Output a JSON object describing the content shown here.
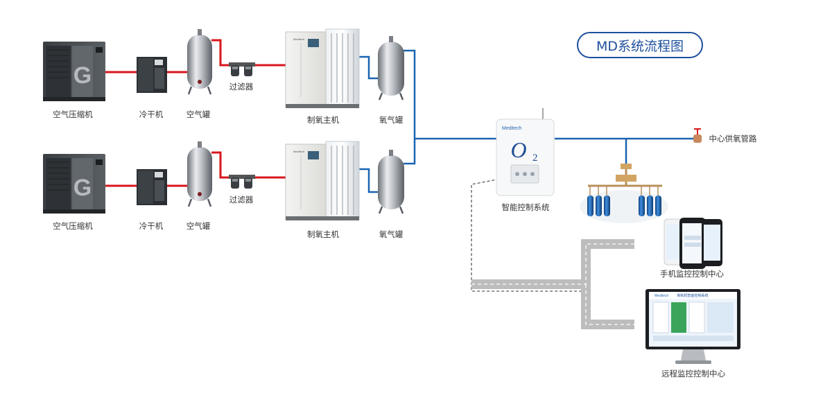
{
  "title": "MD系统流程图",
  "colors": {
    "compressed_air_line": "#d8161c",
    "oxygen_line": "#1a63b0",
    "signal_line": "#555555",
    "network_band": "#bdbdbd",
    "title": "#1c4f9c"
  },
  "trains": [
    {
      "compressor_label": "空气压缩机",
      "dryer_label": "冷干机",
      "air_tank_label": "空气罐",
      "filter_label": "过滤器",
      "generator_label": "制氧主机",
      "oxygen_tank_label": "氧气罐"
    },
    {
      "compressor_label": "空气压缩机",
      "dryer_label": "冷干机",
      "air_tank_label": "空气罐",
      "filter_label": "过滤器",
      "generator_label": "制氧主机",
      "oxygen_tank_label": "氧气罐"
    }
  ],
  "control_system": {
    "label": "智能控制系统",
    "brand": "Meditech",
    "symbol": "O",
    "symbol_sub": "2"
  },
  "central_pipeline_label": "中心供氧管路",
  "mobile_monitor_label": "手机监控控制中心",
  "remote_monitor_label": "远程监控控制中心",
  "equipment_brand": "Meditech",
  "monitor_screen_title": "制氧机智能控制系统",
  "compressor_badge": "G"
}
